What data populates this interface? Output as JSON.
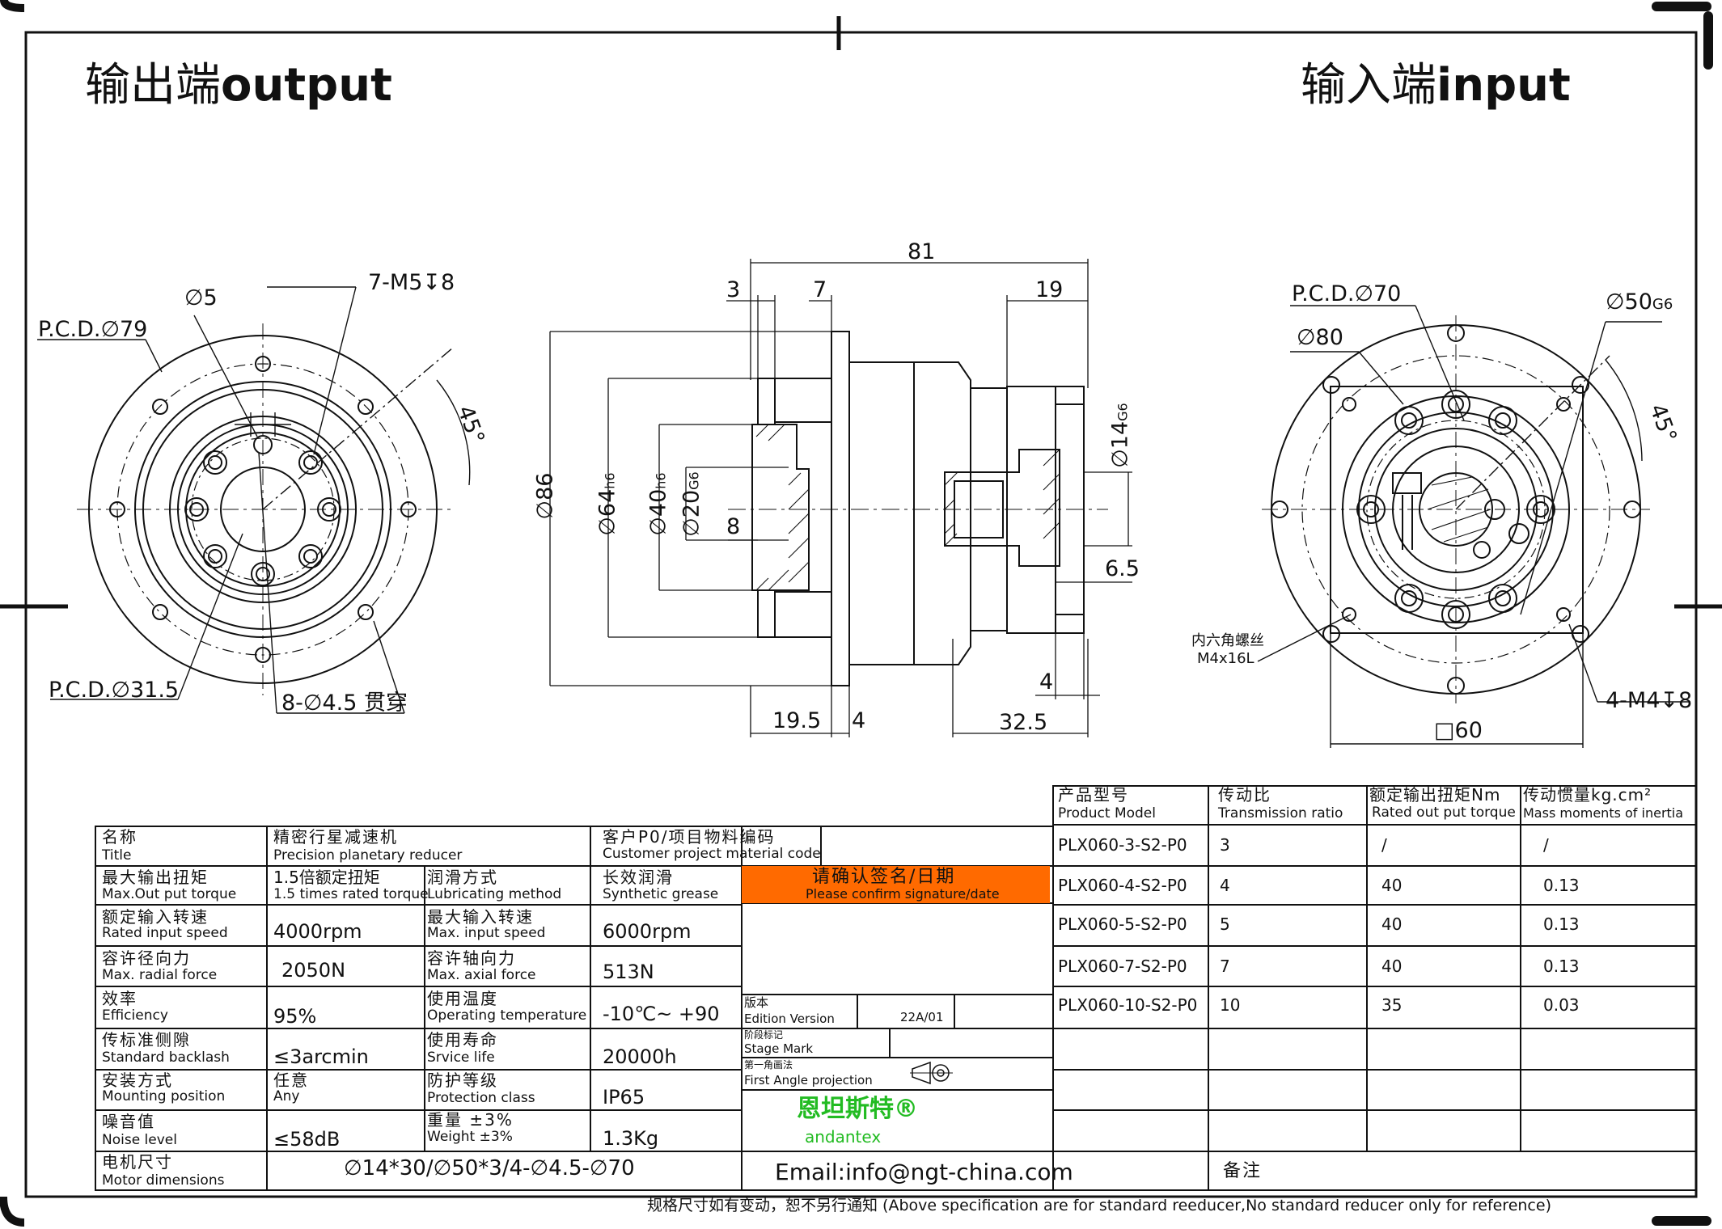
{
  "views": {
    "output_title_cn": "输出端",
    "output_title_en": "output",
    "input_title_cn": "输入端",
    "input_title_en": "input"
  },
  "output_view": {
    "d5": "∅5",
    "m5": "7-M5↧8",
    "pcd79": "P.C.D.∅79",
    "angle": "45°",
    "pcd31": "P.C.D.∅31.5",
    "holes": "8-∅4.5 贯穿"
  },
  "side_view": {
    "len81": "81",
    "len3": "3",
    "len7": "7",
    "len19": "19",
    "d86": "∅86",
    "d64": "∅64",
    "d64_tol": "h6",
    "d40": "∅40",
    "d40_tol": "h6",
    "d20": "∅20",
    "d20_tol": "G6",
    "d14": "∅14",
    "d14_tol": "G6",
    "len8": "8",
    "len65": "6.5",
    "len4a": "4",
    "len195": "19.5",
    "len4b": "4",
    "len325": "32.5"
  },
  "input_view": {
    "pcd70": "P.C.D.∅70",
    "d50": "∅50",
    "d50_tol": "G6",
    "d80": "∅80",
    "angle": "45°",
    "screw_cn": "内六角螺丝",
    "screw_en": "M4x16L",
    "m4": "4-M4↧8",
    "sq60": "□60"
  },
  "title_block": {
    "rows": [
      {
        "c1_cn": "名称",
        "c1_en": "Title",
        "c2_cn": "精密行星减速机",
        "c2_en": "Precision planetary reducer",
        "c3_cn": "客户P0/项目物料编码",
        "c3_en": "Customer project material code"
      },
      {
        "c1_cn": "最大输出扭矩",
        "c1_en": "Max.Out put torque",
        "c2_cn": "1.5倍额定扭矩",
        "c2_en": "1.5 times rated torque",
        "c3_cn": "润滑方式",
        "c3_en": "Lubricating method",
        "c4_cn": "长效润滑",
        "c4_en": "Synthetic grease"
      },
      {
        "c1_cn": "额定输入转速",
        "c1_en": "Rated input speed",
        "c2_val": "4000rpm",
        "c3_cn": "最大输入转速",
        "c3_en": "Max. input speed",
        "c4_val": "6000rpm"
      },
      {
        "c1_cn": "容许径向力",
        "c1_en": "Max. radial force",
        "c2_val": "2050N",
        "c3_cn": "容许轴向力",
        "c3_en": "Max. axial force",
        "c4_val": "513N"
      },
      {
        "c1_cn": "效率",
        "c1_en": "Efficiency",
        "c2_val": "95%",
        "c3_cn": "使用温度",
        "c3_en": "Operating temperature",
        "c4_val": "-10℃~ +90"
      },
      {
        "c1_cn": "传标准侧隙",
        "c1_en": "Standard backlash",
        "c2_val": "≤3arcmin",
        "c3_cn": "使用寿命",
        "c3_en": "Srvice life",
        "c4_val": "20000h"
      },
      {
        "c1_cn": "安装方式",
        "c1_en": "Mounting position",
        "c2_cn": "任意",
        "c2_en": "Any",
        "c3_cn": "防护等级",
        "c3_en": "Protection class",
        "c4_val": "IP65"
      },
      {
        "c1_cn": "噪音值",
        "c1_en": "Noise level",
        "c2_val": "≤58dB",
        "c3_cn": "重量 ±3%",
        "c3_en": "Weight ±3%",
        "c4_val": "1.3Kg"
      },
      {
        "c1_cn": "电机尺寸",
        "c1_en": "Motor dimensions",
        "c2_val": "∅14*30/∅50*3/4-∅4.5-∅70"
      }
    ],
    "confirm_cn": "请确认签名/日期",
    "confirm_en": "Please confirm signature/date",
    "edition_cn": "版本",
    "edition_en": "Edition Version",
    "edition_val": "22A/01",
    "stage_cn": "阶段标记",
    "stage_en": "Stage Mark",
    "projection_cn": "第一角画法",
    "projection_en": "First Angle projection",
    "logo_cn": "恩坦斯特®",
    "logo_en": "andantex",
    "email": "Email:info@ngt-china.com",
    "remark": "备注",
    "footer": "规格尺寸如有变动，恕不另行通知   (Above specification are for standard reeducer,No standard reducer only for reference)",
    "logo_color": "#22bb22",
    "confirm_color": "#ff6a00"
  },
  "model_table": {
    "headers": [
      {
        "cn": "产品型号",
        "en": "Product Model"
      },
      {
        "cn": "传动比",
        "en": "Transmission ratio"
      },
      {
        "cn": "额定输出扭矩Nm",
        "en": "Rated out put torque"
      },
      {
        "cn": "传动惯量kg.cm²",
        "en": "Mass moments of inertia"
      }
    ],
    "rows": [
      [
        "PLX060-3-S2-P0",
        "3",
        "/",
        "/"
      ],
      [
        "PLX060-4-S2-P0",
        "4",
        "40",
        "0.13"
      ],
      [
        "PLX060-5-S2-P0",
        "5",
        "40",
        "0.13"
      ],
      [
        "PLX060-7-S2-P0",
        "7",
        "40",
        "0.13"
      ],
      [
        "PLX060-10-S2-P0",
        "10",
        "35",
        "0.03"
      ]
    ]
  }
}
